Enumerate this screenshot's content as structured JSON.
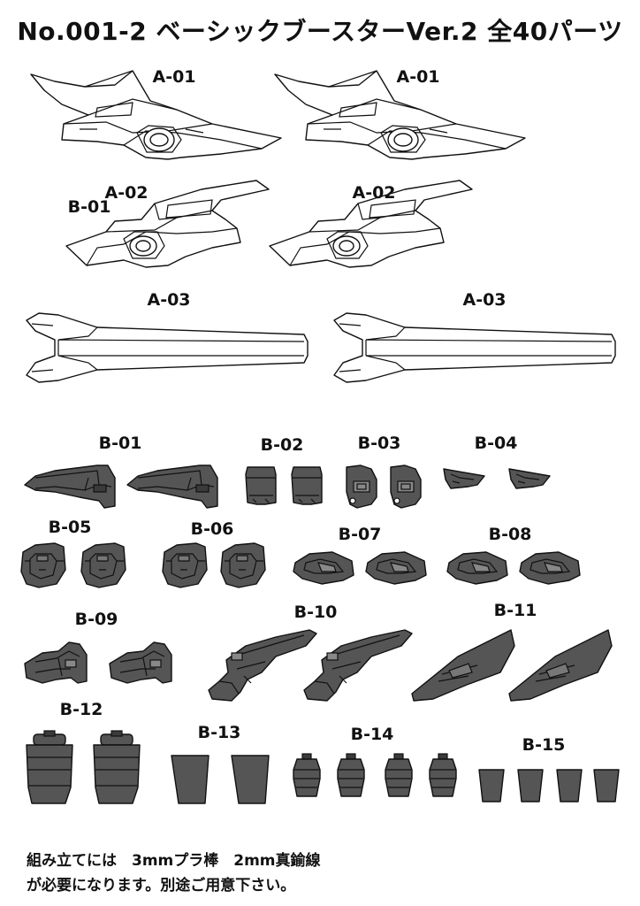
{
  "title": "No.001-2 ベーシックブースターVer.2 全40パーツ",
  "labels": {
    "a01_left": "A-01",
    "a01_right": "A-01",
    "a02_left": "A-02",
    "a02_right": "A-02",
    "b01_overlay": "B-01",
    "a03_left": "A-03",
    "a03_right": "A-03",
    "b01": "B-01",
    "b02": "B-02",
    "b03": "B-03",
    "b04": "B-04",
    "b05": "B-05",
    "b06": "B-06",
    "b07": "B-07",
    "b08": "B-08",
    "b09": "B-09",
    "b10": "B-10",
    "b11": "B-11",
    "b12": "B-12",
    "b13": "B-13",
    "b14": "B-14",
    "b15": "B-15"
  },
  "notes": {
    "line1": "組み立てには　3mmプラ棒　2mm真鍮線",
    "line2": "が必要になります。別途ご用意下さい。"
  }
}
